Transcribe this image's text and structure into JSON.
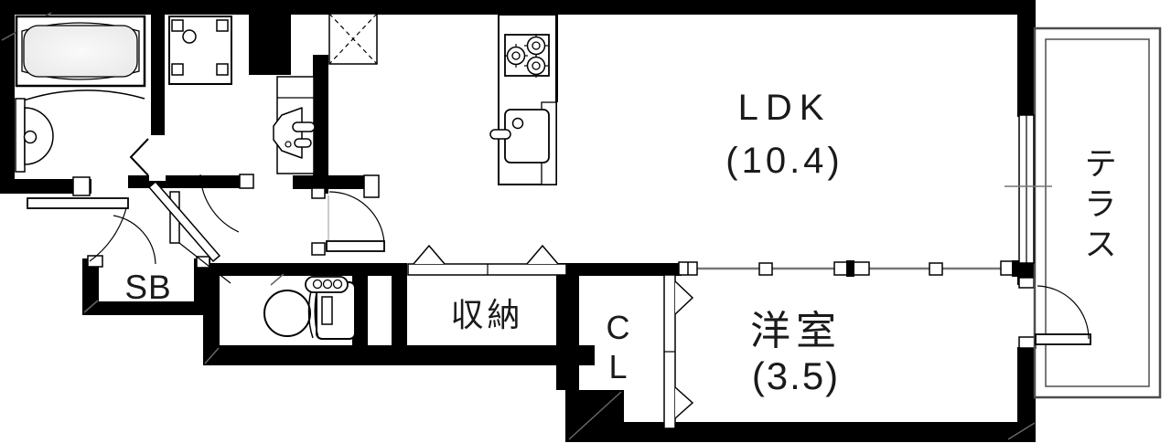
{
  "plan_title": "apartment-floor-plan",
  "rooms": {
    "ldk": {
      "label": "LDK",
      "size": "(10.4)"
    },
    "bedroom": {
      "label": "洋室",
      "size": "(3.5)"
    },
    "terrace": {
      "label": "テラス"
    },
    "storage": {
      "label": "収納"
    },
    "closet": {
      "label": "CL"
    },
    "shoebox": {
      "label": "SB"
    }
  },
  "fixtures": [
    "bathtub",
    "bath-shower-basin",
    "washing-machine-pan",
    "washbasin",
    "gas-stove-3-burner",
    "kitchen-sink",
    "refrigerator-space",
    "toilet",
    "sliding-window",
    "terrace-door",
    "entrance-door",
    "folding-doors"
  ],
  "colors": {
    "wall": "#000000",
    "floor": "#ffffff",
    "line": "#111111",
    "thin_line": "#555555",
    "tub_fill": "#efefef"
  }
}
